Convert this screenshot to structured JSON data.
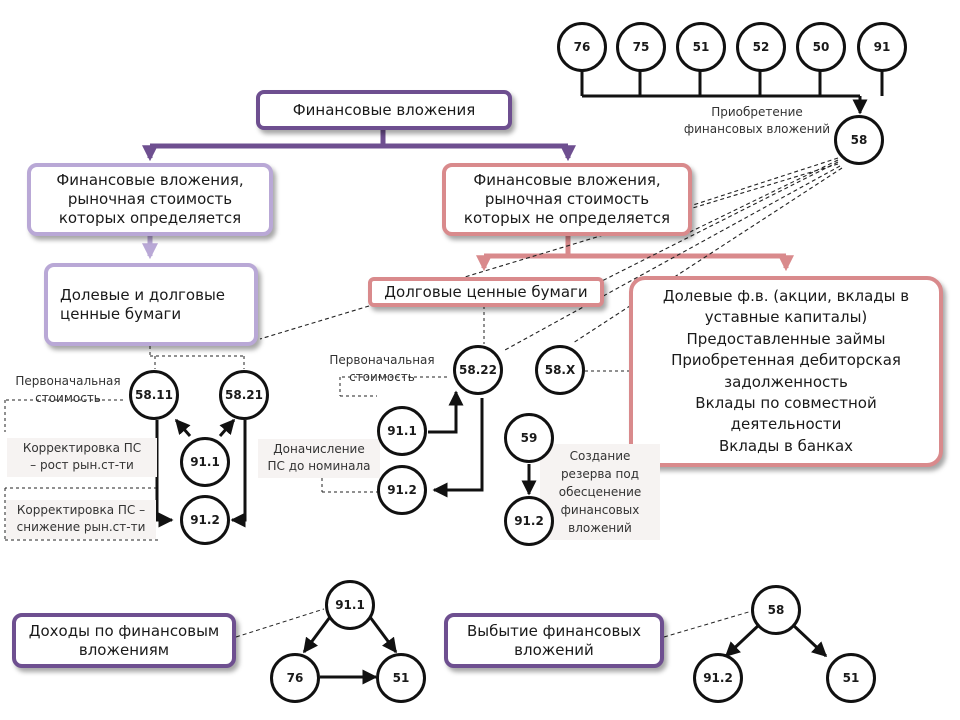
{
  "diagram": {
    "boxes": {
      "fin_vlozh": "Финансовые вложения",
      "market_defined": "Финансовые вложения,\nрыночная стоимость\nкоторых определяется",
      "market_not_defined": "Финансовые вложения,\nрыночная стоимость\nкоторых не определяется",
      "equity_debt_securities": "Долевые  и долговые\nценные бумаги",
      "debt_securities": "Долговые ценные бумаги",
      "equity_list": "Долевые ф.в. (акции, вклады в\nуставные капиталы)\nПредоставленные займы\nПриобретенная дебиторская\nзадолженность\nВклады по совместной\nдеятельности\nВклады в банках",
      "income": "Доходы по финансовым\nвложениям",
      "disposal": "Выбытие финансовых\nвложений"
    },
    "notes": {
      "acquisition": "Приобретение\nфинансовых вложений",
      "initial_cost_left": "Первоначальная\nстоимость",
      "initial_cost_mid": "Первоначальная\nстоимость",
      "adj_growth": "Корректировка  ПС\n– рост рын.ст-ти",
      "adj_decline": "Корректировка  ПС –\nснижение рын.ст-ти",
      "accrual": "Доначисление\nПС  до номинала",
      "reserve": "Создание\nрезерва под\nобесценение\nфинансовых\nвложений"
    },
    "nodes": {
      "top_76": "76",
      "top_75": "75",
      "top_51": "51",
      "top_52": "52",
      "top_50": "50",
      "top_91": "91",
      "n58": "58",
      "n58_11": "58.11",
      "n58_21": "58.21",
      "n91_1_left": "91.1",
      "n91_2_left": "91.2",
      "n58_22": "58.22",
      "n58_x": "58.Х",
      "n91_1_mid": "91.1",
      "n91_2_mid": "91.2",
      "n59": "59",
      "n91_2_res": "91.2",
      "inc_91_1": "91.1",
      "inc_76": "76",
      "inc_51": "51",
      "disp_58": "58",
      "disp_91_2": "91.2",
      "disp_51": "51"
    }
  }
}
